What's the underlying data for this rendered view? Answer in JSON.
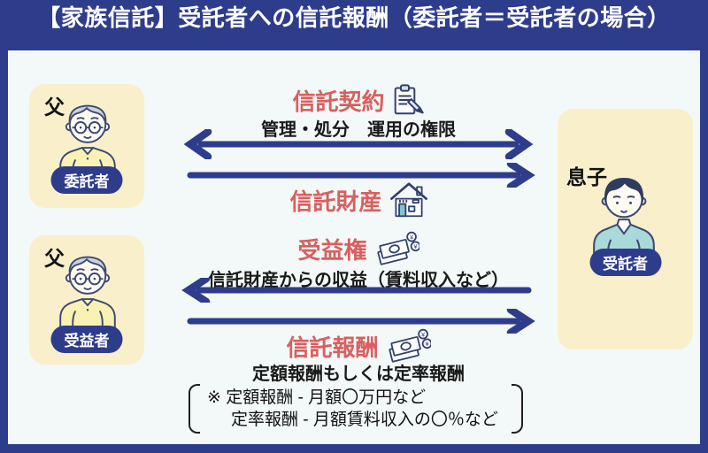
{
  "header": {
    "title": "【家族信託】受託者への信託報酬（委託者＝受託者の場合）"
  },
  "actors": {
    "settlor": {
      "name": "父",
      "role": "委託者"
    },
    "beneficiary": {
      "name": "父",
      "role": "受益者"
    },
    "trustee": {
      "name": "息子",
      "role": "受託者"
    }
  },
  "sections": {
    "contract": {
      "title": "信託契約",
      "icon": "document-pen-icon",
      "subtitle": "管理・処分　運用の権限"
    },
    "property": {
      "title": "信託財産",
      "icon": "house-icon"
    },
    "benefit": {
      "title": "受益権",
      "icon": "money-bills-icon",
      "subtitle": "信託財産からの収益（賃料収入など）"
    },
    "fee": {
      "title": "信託報酬",
      "icon": "money-bills-icon",
      "subtitle": "定額報酬もしくは定率報酬",
      "note_line1": "※ 定額報酬 - 月額〇万円など",
      "note_line2": "定率報酬 - 月額賃料収入の〇％など"
    }
  },
  "arrows": {
    "contract_double": "both-directions",
    "property_flow": "settlor-to-trustee",
    "benefit_flow": "trustee-to-beneficiary",
    "fee_flow": "beneficiary-to-trustee"
  },
  "colors": {
    "navy": "#2e3c8c",
    "panel": "#f3f8f8",
    "card": "#f9efca",
    "accent_red": "#d95f5f",
    "badge_text": "#ffffff",
    "door_teal": "#7fc5cd",
    "sweater_teal": "#a9d9d9",
    "shirt_yellow": "#f9f2b4"
  }
}
